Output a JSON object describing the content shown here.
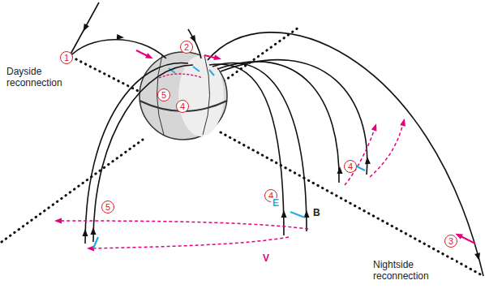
{
  "diagram": {
    "labels": [
      "1",
      "2",
      "Dayside reconnection",
      "5",
      "4",
      "4",
      "4",
      "5",
      "E",
      "B",
      "3",
      "V",
      "Nightside reconnection"
    ]
  }
}
